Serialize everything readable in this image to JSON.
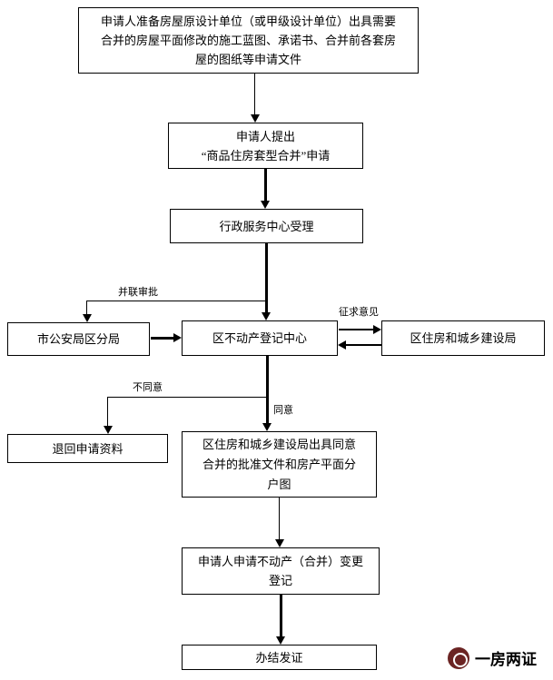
{
  "colors": {
    "line": "#000000",
    "box_border": "#000000",
    "brand_badge": "#6b2423"
  },
  "nodes": {
    "prepare": {
      "lines": [
        "申请人准备房屋原设计单位（或甲级设计单位）出具需要",
        "合并的房屋平面修改的施工蓝图、承诺书、合并前各套房",
        "屋的图纸等申请文件"
      ]
    },
    "apply": {
      "lines": [
        "申请人提出",
        "“商品住房套型合并”申请"
      ]
    },
    "accept": {
      "lines": [
        "行政服务中心受理"
      ]
    },
    "police": {
      "lines": [
        "市公安局区分局"
      ]
    },
    "registry": {
      "lines": [
        "区不动产登记中心"
      ]
    },
    "construction": {
      "lines": [
        "区住房和城乡建设局"
      ]
    },
    "return": {
      "lines": [
        "退回申请资料"
      ]
    },
    "approval": {
      "lines": [
        "区住房和城乡建设局出具同意",
        "合并的批准文件和房产平面分",
        "户图"
      ]
    },
    "change": {
      "lines": [
        "申请人申请不动产（合并）变更",
        "登记"
      ]
    },
    "issue": {
      "lines": [
        "办结发证"
      ]
    }
  },
  "edge_labels": {
    "parallel": "并联审批",
    "opinion": "征求意见",
    "disagree": "不同意",
    "agree": "同意"
  },
  "watermark": {
    "label": "一房两证"
  }
}
